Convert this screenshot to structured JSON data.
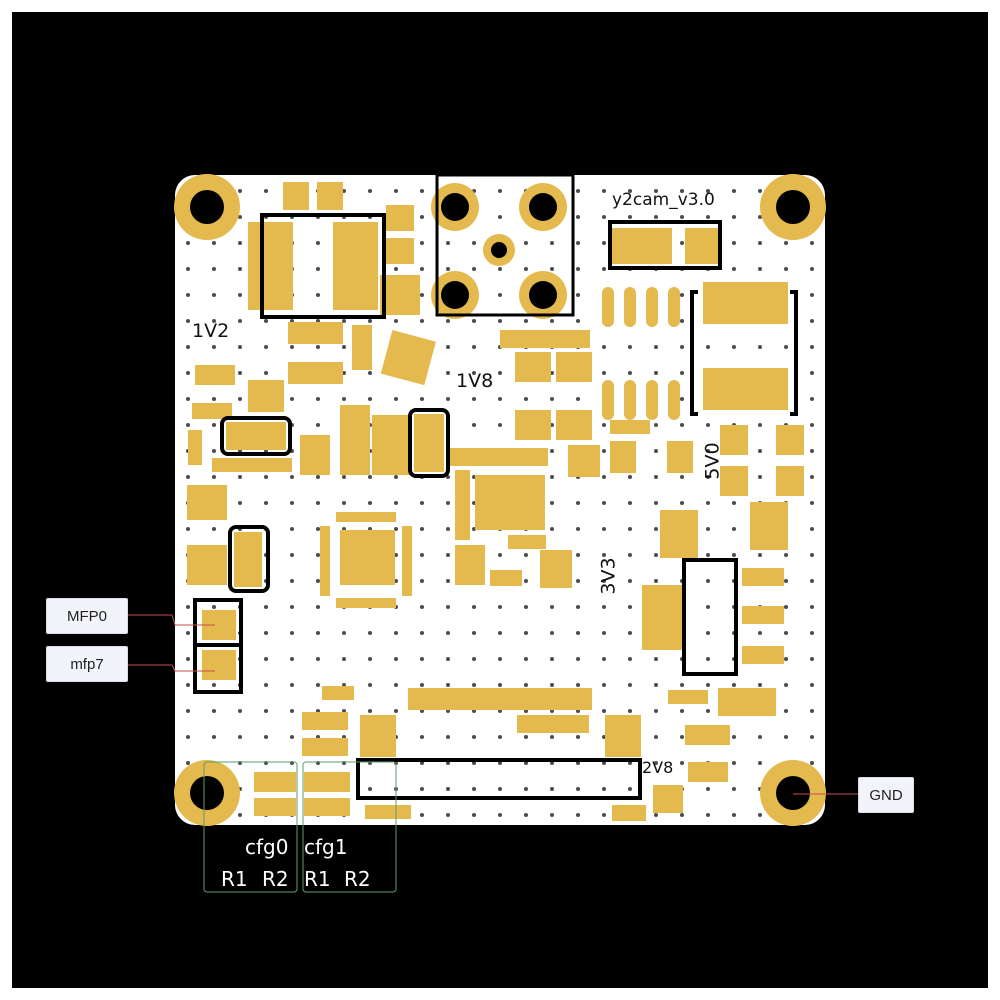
{
  "board": {
    "name": "y2cam_v3.0",
    "rails": {
      "v12": "1V2",
      "v18": "1V8",
      "v50": "5V0",
      "v33": "3V3",
      "v28": "2V8"
    }
  },
  "callouts": {
    "mfp0": "MFP0",
    "mfp7": "mfp7",
    "gnd": "GND"
  },
  "config": {
    "cfg0": {
      "title": "cfg0",
      "r1": "R1",
      "r2": "R2"
    },
    "cfg1": {
      "title": "cfg1",
      "r1": "R1",
      "r2": "R2"
    }
  },
  "colors": {
    "pad": "#E4B94E",
    "board": "#FFFFFF",
    "background": "#000000",
    "leader": "#C0504D",
    "cfg_box": "#5A9E6F"
  }
}
